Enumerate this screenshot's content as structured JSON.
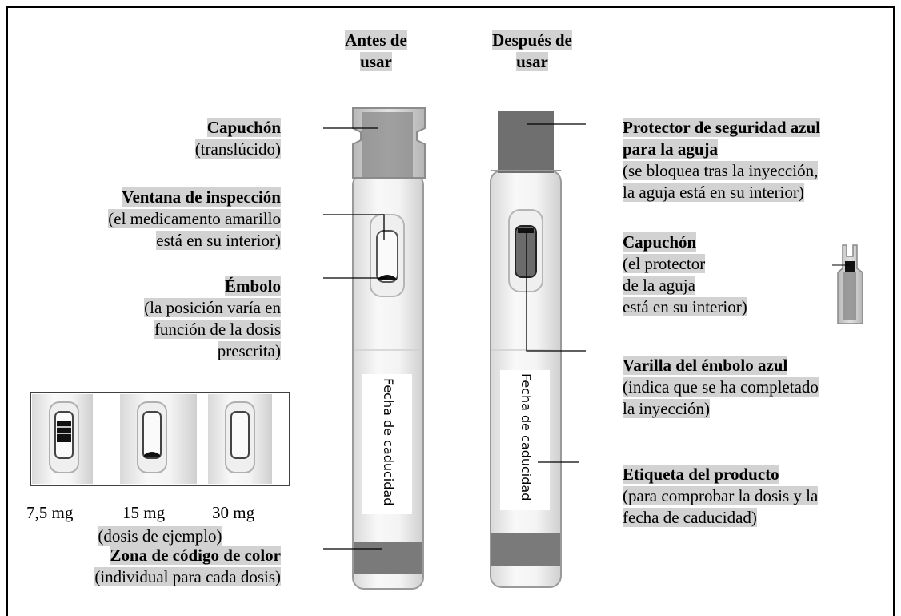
{
  "headers": {
    "before": [
      "Antes de",
      "usar"
    ],
    "after": [
      "Después de",
      "usar"
    ]
  },
  "left_labels": {
    "capuchon": {
      "title": "Capuchón",
      "desc": [
        "(translúcido)"
      ]
    },
    "ventana": {
      "title": "Ventana de inspección",
      "desc": [
        "(el medicamento amarillo",
        "está en su interior)"
      ]
    },
    "embolo": {
      "title": "Émbolo",
      "desc": [
        "(la posición varía en",
        "función de la dosis",
        "prescrita)"
      ]
    },
    "zona": {
      "title": "Zona de código de color",
      "desc": [
        "(individual para cada dosis)"
      ]
    }
  },
  "dose_examples": {
    "doses": [
      "7,5 mg",
      "15 mg",
      "30 mg"
    ],
    "caption": "(dosis de ejemplo)"
  },
  "right_labels": {
    "protector": {
      "title": [
        "Protector de seguridad azul",
        "para la aguja"
      ],
      "desc": [
        "(se bloquea tras la inyección,",
        "la aguja está en su interior)"
      ]
    },
    "capuchon2": {
      "title": "Capuchón",
      "desc": [
        "(el protector",
        "de la aguja",
        "está en su interior)"
      ]
    },
    "varilla": {
      "title": "Varilla del émbolo azul",
      "desc": [
        "(indica que se ha completado",
        "la inyección)"
      ]
    },
    "etiqueta": {
      "title": "Etiqueta del producto",
      "desc": [
        "(para comprobar la dosis y la",
        "fecha de caducidad)"
      ]
    }
  },
  "pen_label": "Fecha de caducidad",
  "colors": {
    "highlight": "#d2d2d2",
    "cap_dark": "#6f6f6f",
    "band": "#7a7a7a"
  }
}
